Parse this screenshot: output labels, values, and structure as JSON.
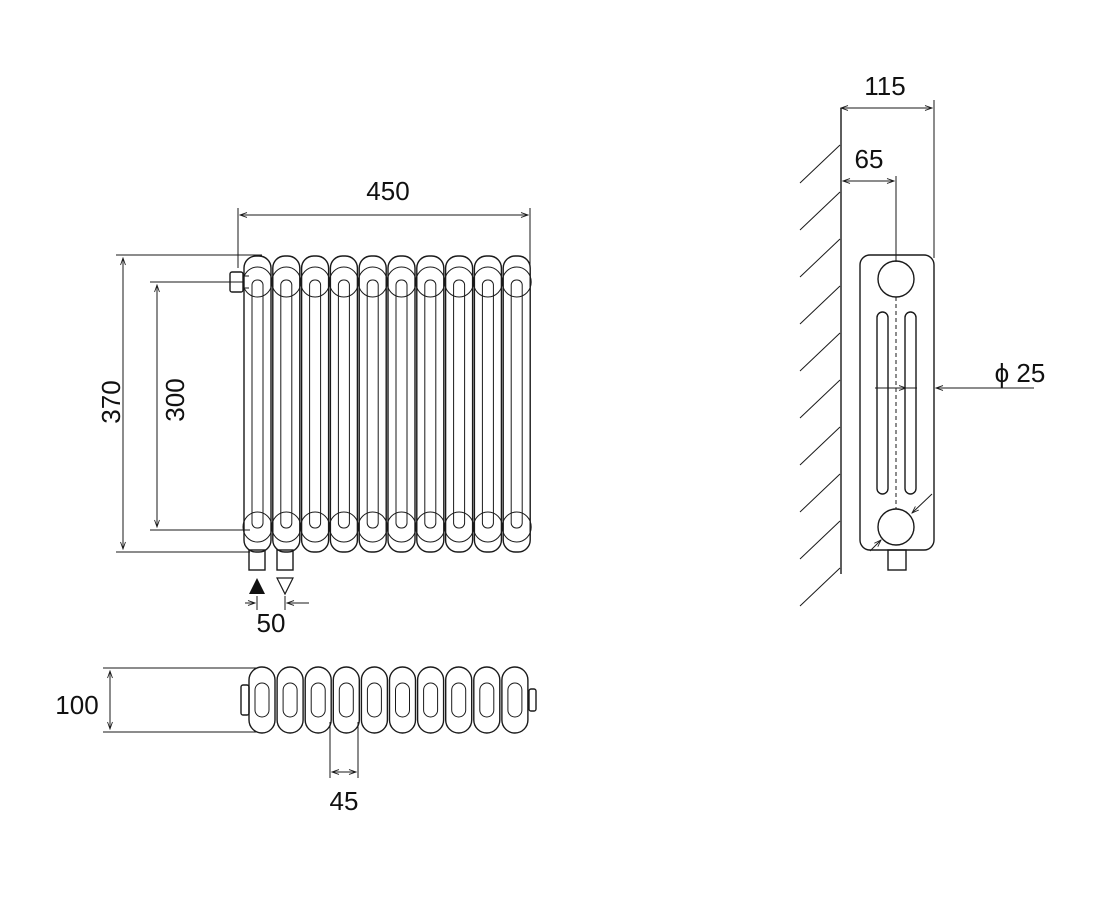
{
  "title": "Radiator technical drawing",
  "dimensions": {
    "front_width": "450",
    "front_height_total": "370",
    "front_height_centers": "300",
    "pipe_spacing": "50",
    "top_depth": "100",
    "section_pitch": "45",
    "side_depth_total": "115",
    "side_wall_to_center": "65",
    "pipe_diameter": "ϕ 25"
  },
  "front_view": {
    "sections": 10
  },
  "top_view": {
    "sections": 10
  },
  "colors": {
    "line": "#1a1a1a",
    "background": "#ffffff"
  }
}
